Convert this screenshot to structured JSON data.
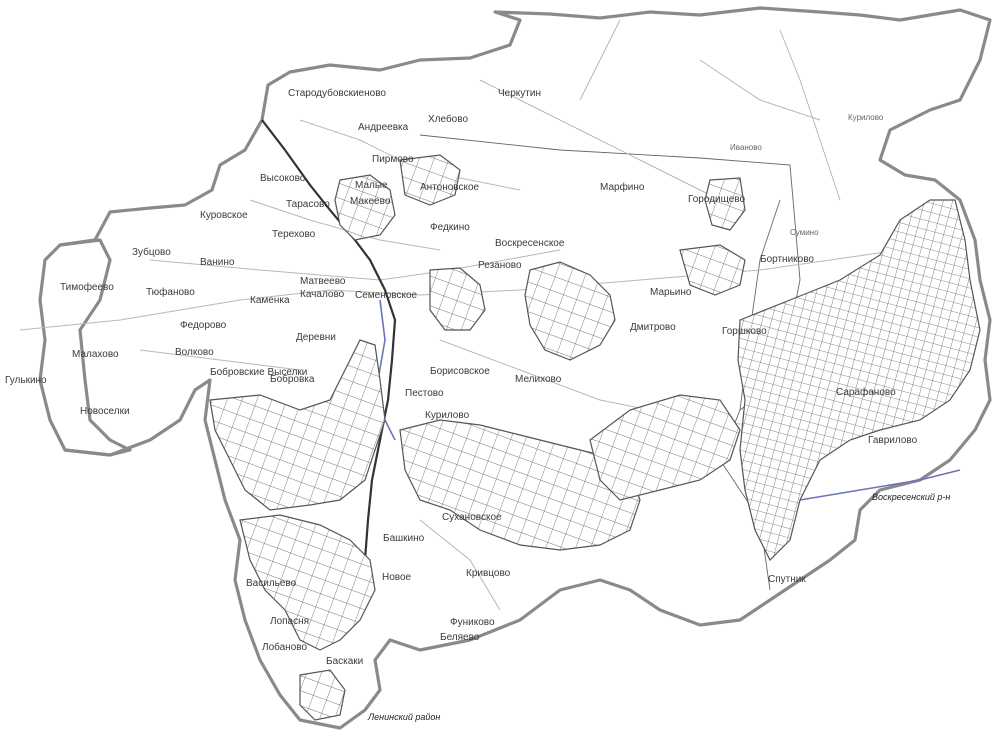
{
  "map": {
    "labels": [
      {
        "id": "staroselskoe",
        "text": "Стародубовскиеново"
      },
      {
        "id": "cherkutino",
        "text": "Черкутин"
      },
      {
        "id": "andreevka",
        "text": "Андреевка"
      },
      {
        "id": "kozhevnikovo",
        "text": "Хлебово"
      },
      {
        "id": "panshino",
        "text": "Пирмово"
      },
      {
        "id": "malye",
        "text": "Малые"
      },
      {
        "id": "makeevo",
        "text": "Макеево"
      },
      {
        "id": "antonovskoe",
        "text": "Антоновское"
      },
      {
        "id": "vysokovo",
        "text": "Высоково"
      },
      {
        "id": "tarasovo",
        "text": "Тарасово"
      },
      {
        "id": "kurovskoe",
        "text": "Куровское"
      },
      {
        "id": "terekhovo",
        "text": "Терехово"
      },
      {
        "id": "zubtsovo",
        "text": "Зубцово"
      },
      {
        "id": "vanino",
        "text": "Ванино"
      },
      {
        "id": "timofeevo",
        "text": "Тимофеево"
      },
      {
        "id": "tyufanovo",
        "text": "Тюфаново"
      },
      {
        "id": "matveevo",
        "text": "Матвеево"
      },
      {
        "id": "kachalovo",
        "text": "Качалово"
      },
      {
        "id": "kamenka",
        "text": "Каменка"
      },
      {
        "id": "fedorovo",
        "text": "Федорово"
      },
      {
        "id": "fedkino",
        "text": "Федкино"
      },
      {
        "id": "semenovskoe",
        "text": "Семеновское"
      },
      {
        "id": "malakhovo",
        "text": "Малахово"
      },
      {
        "id": "volkovo",
        "text": "Волково"
      },
      {
        "id": "derevni",
        "text": "Деревни"
      },
      {
        "id": "novoselki",
        "text": "Новоселки"
      },
      {
        "id": "bobrovskoe",
        "text": "Бобровские Выселки"
      },
      {
        "id": "bobrovka",
        "text": "Бобровка"
      },
      {
        "id": "pestovo",
        "text": "Пестово"
      },
      {
        "id": "kurovo2",
        "text": "Курилово"
      },
      {
        "id": "melikhovo",
        "text": "Мелихово"
      },
      {
        "id": "borisovskoe",
        "text": "Борисовское"
      },
      {
        "id": "rezanovo",
        "text": "Резаново"
      },
      {
        "id": "voskresenskoe",
        "text": "Воскресенское"
      },
      {
        "id": "marfino",
        "text": "Марфино"
      },
      {
        "id": "gorodishche",
        "text": "Городищево"
      },
      {
        "id": "maryino",
        "text": "Марьино"
      },
      {
        "id": "dmitrovo",
        "text": "Дмитрово"
      },
      {
        "id": "ivanovo",
        "text": "Иваново"
      },
      {
        "id": "sumino",
        "text": "Сумино"
      },
      {
        "id": "bortnikovo",
        "text": "Бортниково"
      },
      {
        "id": "gorshkovo",
        "text": "Горшково"
      },
      {
        "id": "sarafanovo",
        "text": "Сарафаново"
      },
      {
        "id": "gavrilovo",
        "text": "Гаврилово"
      },
      {
        "id": "kurilovo",
        "text": "Курилово"
      },
      {
        "id": "voskresenskii",
        "text": "Воскресенский р-н"
      },
      {
        "id": "sukhanovo",
        "text": "Сухановское"
      },
      {
        "id": "bashkino",
        "text": "Башкино"
      },
      {
        "id": "krivtsovo",
        "text": "Кривцово"
      },
      {
        "id": "funikovo",
        "text": "Фуниково"
      },
      {
        "id": "belyaevo",
        "text": "Беляево"
      },
      {
        "id": "vasilevo",
        "text": "Васильево"
      },
      {
        "id": "lopasnya",
        "text": "Лопасня"
      },
      {
        "id": "lobanovo",
        "text": "Лобаново"
      },
      {
        "id": "bashkino2",
        "text": "Баскаки"
      },
      {
        "id": "novoe",
        "text": "Новое"
      },
      {
        "id": "leninskii",
        "text": "Ленинский район"
      },
      {
        "id": "sputnik",
        "text": "Спутник"
      },
      {
        "id": "gulkino",
        "text": "Гулькино"
      }
    ]
  }
}
